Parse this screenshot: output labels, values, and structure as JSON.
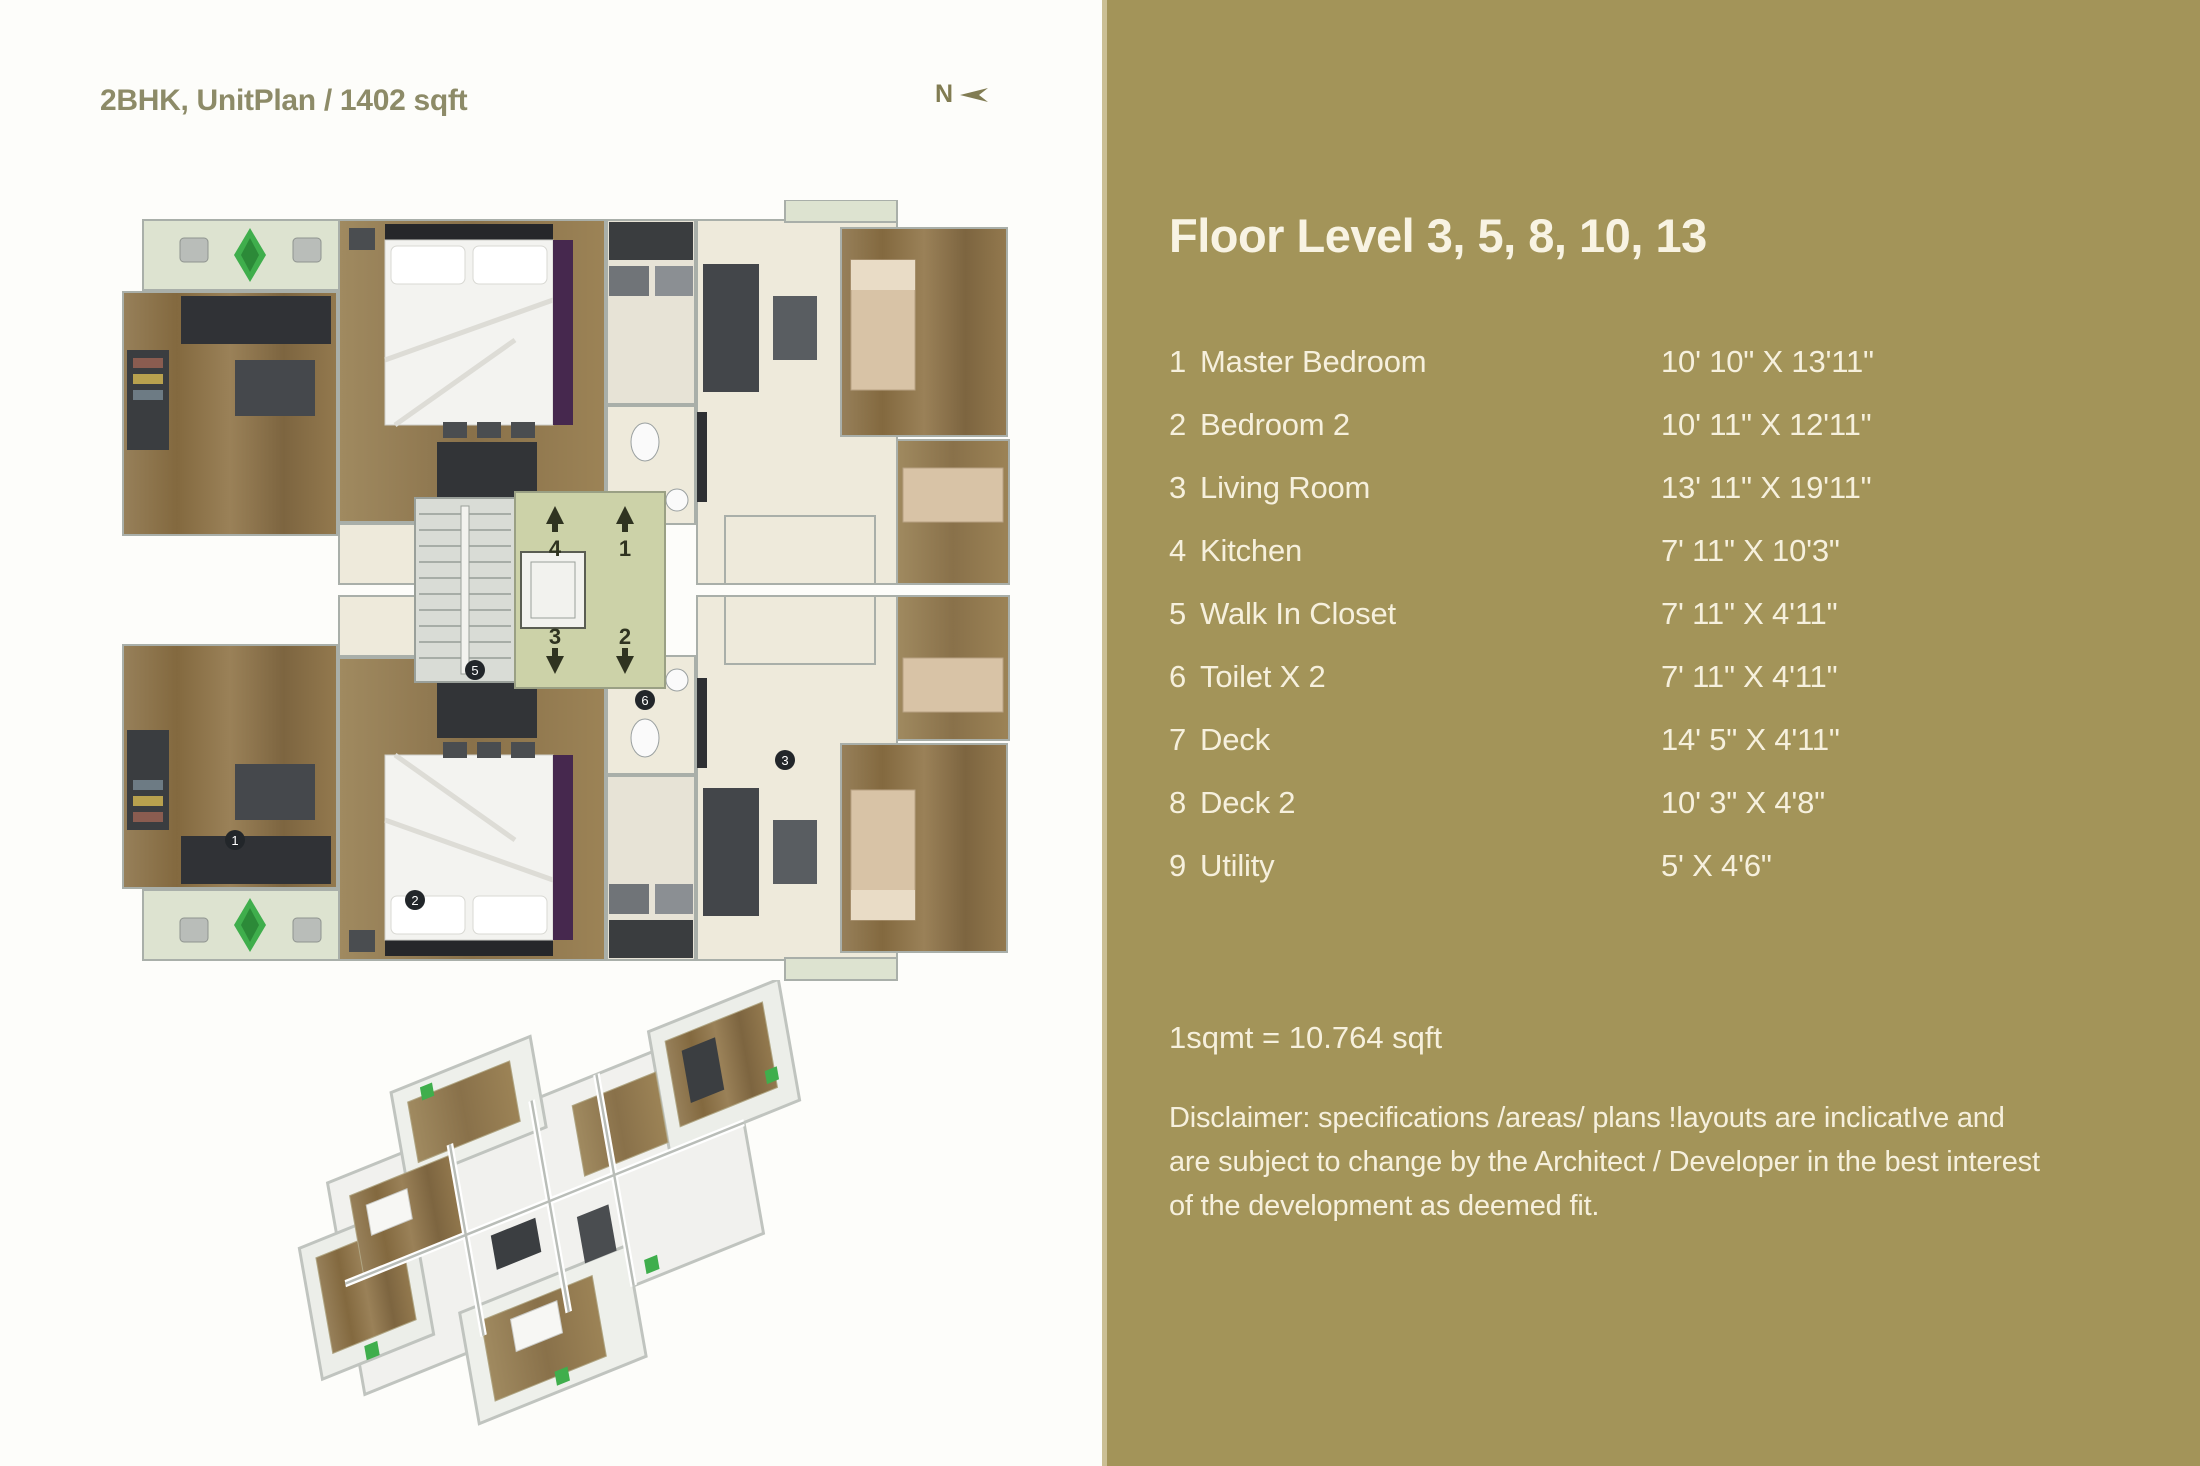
{
  "header": {
    "title": "2BHK, UnitPlan / 1402 sqft",
    "north_label": "N"
  },
  "panel": {
    "bg_color": "#a39459",
    "text_color": "#f6f0dd",
    "heading": "Floor Level 3, 5, 8, 10, 13",
    "rooms": [
      {
        "num": "1",
        "name": "Master Bedroom",
        "dims": "10' 10\" X 13'11\""
      },
      {
        "num": "2",
        "name": "Bedroom 2",
        "dims": "10' 11\" X 12'11\""
      },
      {
        "num": "3",
        "name": "Living Room",
        "dims": "13' 11\" X 19'11\""
      },
      {
        "num": "4",
        "name": "Kitchen",
        "dims": "7' 11\" X 10'3\""
      },
      {
        "num": "5",
        "name": "Walk In Closet",
        "dims": "7' 11\" X 4'11\""
      },
      {
        "num": "6",
        "name": "Toilet X 2",
        "dims": "7' 11\" X 4'11\""
      },
      {
        "num": "7",
        "name": "Deck",
        "dims": "14' 5\" X 4'11\""
      },
      {
        "num": "8",
        "name": "Deck 2",
        "dims": "10' 3\" X 4'8\""
      },
      {
        "num": "9",
        "name": "Utility",
        "dims": "5'  X 4'6\""
      }
    ],
    "conversion": "1sqmt = 10.764 sqft",
    "disclaimer": "Disclaimer: specifications /areas/ plans !layouts are inclicatIve and are subject to change by the Architect / Developer in the best interest of the development as deemed fit."
  },
  "plan": {
    "core": {
      "up": [
        "4",
        "1"
      ],
      "down": [
        "3",
        "2"
      ]
    },
    "badges": [
      "1",
      "2",
      "5",
      "6",
      "3"
    ],
    "colors": {
      "wood": "#8f774b",
      "cream_floor": "#eeeadb",
      "lobby_green": "#ccd2a8",
      "balcony_green": "#dde3d0",
      "plant_green": "#3fae4c",
      "wall_gray": "#a9afa9",
      "furniture_dark": "#323437",
      "bed_white": "#f3f3f0",
      "bed_beige": "#d8c3a6",
      "accent_purple": "#46284e"
    }
  }
}
